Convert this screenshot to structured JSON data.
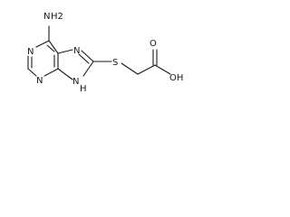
{
  "molecule": {
    "atom_labels": {
      "amine_n": "N",
      "amine_h2": "H2",
      "n1": "N",
      "n3": "N",
      "n7": "N",
      "n9": "N",
      "n9_h": "H",
      "s": "S",
      "o_carbonyl": "O",
      "oh": "OH"
    }
  }
}
